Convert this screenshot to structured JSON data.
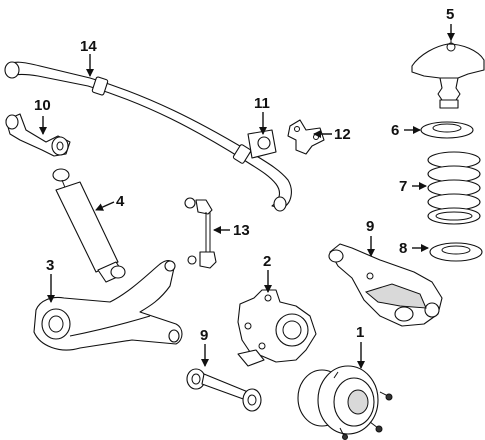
{
  "diagram": {
    "callouts": [
      {
        "id": "c14",
        "label": "14",
        "part": "stabilizer-bar"
      },
      {
        "id": "c10",
        "label": "10",
        "part": "stabilizer-bushing-link"
      },
      {
        "id": "c11",
        "label": "11",
        "part": "bar-bushing"
      },
      {
        "id": "c12",
        "label": "12",
        "part": "bushing-bracket"
      },
      {
        "id": "c5",
        "label": "5",
        "part": "upper-mount"
      },
      {
        "id": "c6",
        "label": "6",
        "part": "upper-insulator"
      },
      {
        "id": "c7",
        "label": "7",
        "part": "coil-spring"
      },
      {
        "id": "c8",
        "label": "8",
        "part": "lower-insulator"
      },
      {
        "id": "c4",
        "label": "4",
        "part": "shock-absorber"
      },
      {
        "id": "c13",
        "label": "13",
        "part": "stabilizer-link"
      },
      {
        "id": "c3",
        "label": "3",
        "part": "trailing-arm"
      },
      {
        "id": "c2",
        "label": "2",
        "part": "knuckle"
      },
      {
        "id": "c9a",
        "label": "9",
        "part": "lower-control-arm"
      },
      {
        "id": "c9b",
        "label": "9",
        "part": "lateral-link"
      },
      {
        "id": "c1",
        "label": "1",
        "part": "hub-bearing"
      }
    ]
  }
}
